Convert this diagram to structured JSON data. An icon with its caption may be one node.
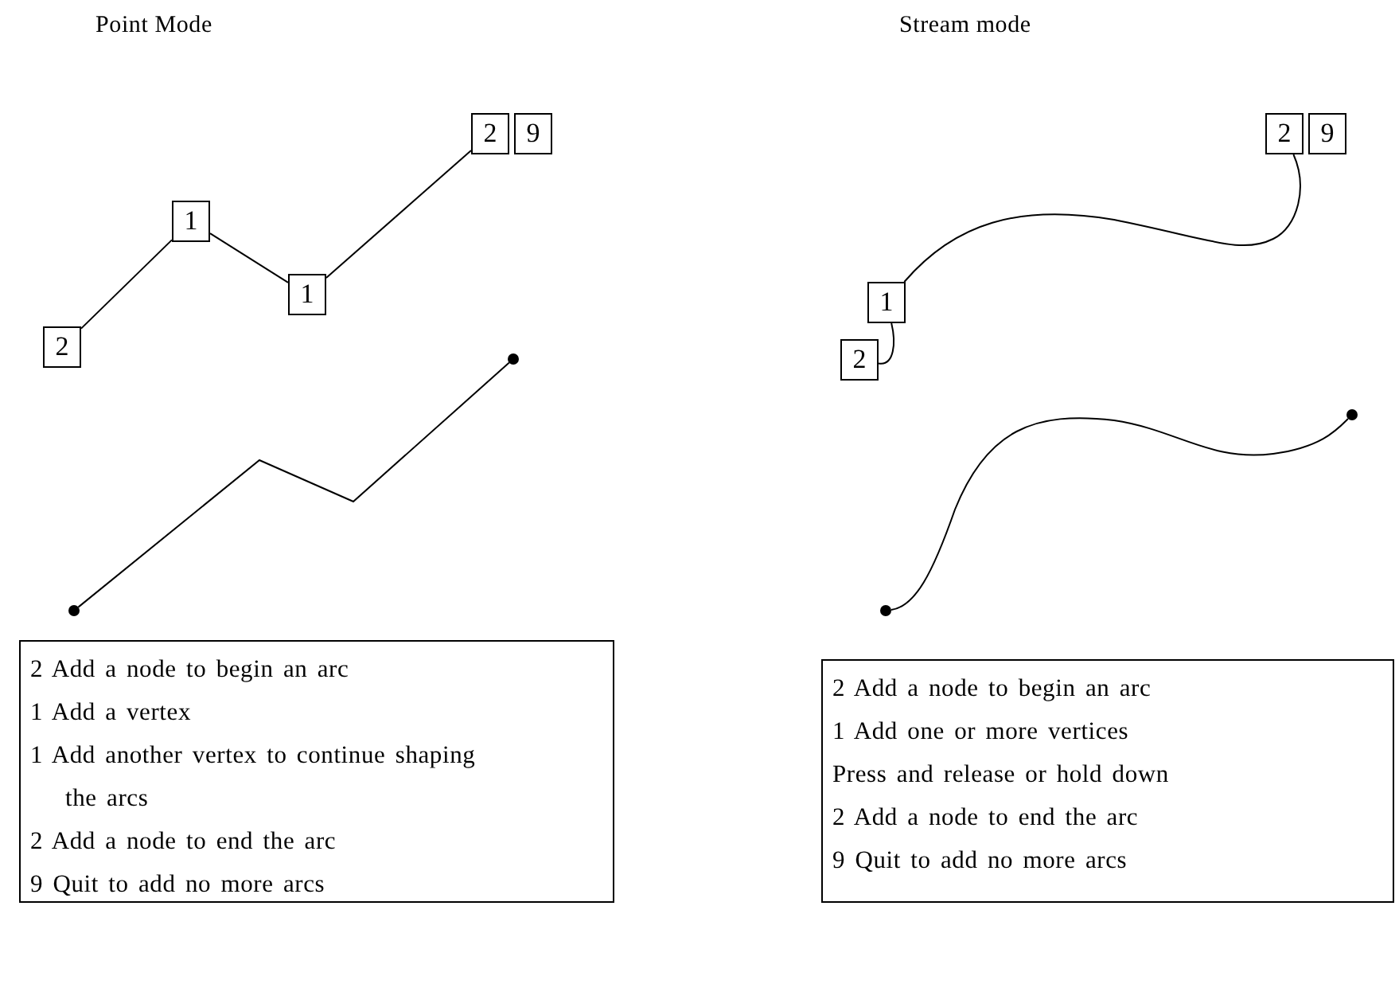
{
  "diagram": {
    "nodes": [
      {
        "text": [
          "2"
        ]
      },
      {
        "text": [
          "1"
        ]
      },
      {
        "text": [
          "1"
        ]
      },
      {
        "text": [
          "2"
        ]
      },
      {
        "text": [
          "9"
        ]
      },
      {
        "text": [],
        "shape": "circle"
      },
      {
        "text": [],
        "shape": "circle"
      },
      {
        "text": [
          "2 Add a node to begin an arc",
          "1 Add a vertex",
          "1 Add another vertex to continue shaping the arcs",
          "2 Add a node to end the arc",
          "9 Quit to add no more arcs"
        ]
      },
      {
        "text": [
          "2"
        ]
      },
      {
        "text": [
          "1"
        ]
      },
      {
        "text": [
          "2"
        ]
      },
      {
        "text": [
          "9"
        ]
      },
      {
        "text": [],
        "shape": "circle"
      },
      {
        "text": [],
        "shape": "circle"
      },
      {
        "text": [
          "2 Add a node to begin an arc",
          "1 Add one or more vertices",
          "Press and release or hold down",
          "2 Add a node to end the arc",
          "9 Quit to add no more arcs"
        ]
      }
    ],
    "edges": [
      {
        "from": 0,
        "to": 1,
        "arrow": "none"
      },
      {
        "from": 1,
        "to": 2,
        "arrow": "none"
      },
      {
        "from": 2,
        "to": 3,
        "arrow": "none"
      },
      {
        "from": 6,
        "to": 5,
        "arrow": "none"
      },
      {
        "from": 8,
        "to": 9,
        "arrow": "none"
      },
      {
        "from": 9,
        "to": 10,
        "arrow": "none"
      },
      {
        "from": 13,
        "to": 12,
        "arrow": "none"
      }
    ],
    "labels": [
      "Point Mode",
      "Stream mode"
    ]
  }
}
